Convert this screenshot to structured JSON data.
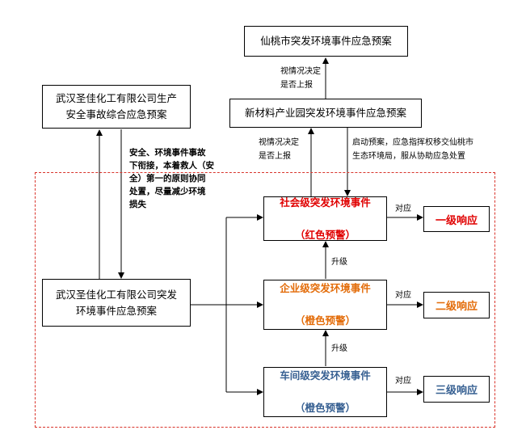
{
  "boxes": {
    "xiantao": "仙桃市突发环境事件应急预案",
    "park": "新材料产业园突发环境事件应急预案",
    "wuhan_safety": "武汉圣佳化工有限公司生产\n安全事故综合应急预案",
    "wuhan_env": "武汉圣佳化工有限公司突发\n环境事件应急预案",
    "social_event": {
      "line1": "社会级突发环境事件",
      "line2": "（红色预警）",
      "color": "#e00000"
    },
    "enterprise_event": {
      "line1": "企业级突发环境事件",
      "line2": "（橙色预警）",
      "color": "#e36c09"
    },
    "workshop_event": {
      "line1": "车间级突发环境事件",
      "line2": "（橙色预警）",
      "color": "#376092"
    },
    "resp1": {
      "text": "一级响应",
      "color": "#e00000"
    },
    "resp2": {
      "text": "二级响应",
      "color": "#e36c09"
    },
    "resp3": {
      "text": "三级响应",
      "color": "#376092"
    }
  },
  "labels": {
    "report_upper": "视情况决定\n是否上报",
    "report_lower": "视情况决定\n是否上报",
    "activate": "启动预案，应急指挥权移交仙桃市\n生态环境局，服从协助应急处置",
    "safety_note": "安全、环境事件事故\n下衔接，本着救人（安\n全）第一的原则协同\n处置，尽量减少环境\n损失",
    "upgrade1": "升级",
    "upgrade2": "升级",
    "corr1": "对应",
    "corr2": "对应",
    "corr3": "对应"
  },
  "colors": {
    "frame": "#d9342b",
    "line": "#000000"
  }
}
